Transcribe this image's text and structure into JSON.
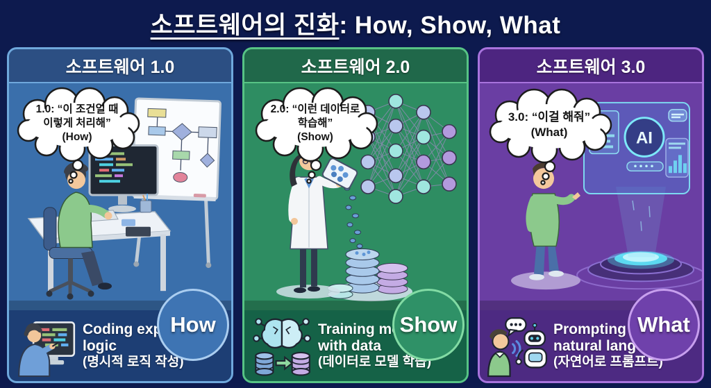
{
  "title": {
    "underlined": "소프트웨어의 진화",
    "rest": ": How, Show, What"
  },
  "panels": [
    {
      "header": "소프트웨어 1.0",
      "bubble": "1.0: “이 조건일 때\n이렇게 처리해”\n(How)",
      "badge": "How",
      "caption_en": "Coding explicit\nlogic",
      "caption_kr": "(명시적 로직 작성)",
      "footer_icon": "person-coding-icon",
      "illustration": "developer-at-desk-with-code-monitor-and-flowchart-whiteboard"
    },
    {
      "header": "소프트웨어 2.0",
      "bubble": "2.0: “이런 데이터로\n학습해”\n(Show)",
      "badge": "Show",
      "caption_en": "Training models\nwith data",
      "caption_kr": "(데이터로 모델 학습)",
      "footer_icon": "brain-data-icon",
      "illustration": "scientist-pouring-data-into-stacks-beside-neural-network"
    },
    {
      "header": "소프트웨어 3.0",
      "bubble": "3.0: “이걸 해줘”\n(What)",
      "badge": "What",
      "caption_en": "Prompting with\nnatural language",
      "caption_kr": "(자연어로 프롬프트)",
      "footer_icon": "human-robot-chat-icon",
      "illustration": "person-talking-to-holographic-ai-interface",
      "ai_label": "AI"
    }
  ],
  "colors": {
    "background": "#0d1a4e",
    "panel1": {
      "border": "#6fa8dc",
      "header": "#2c4f83",
      "body": "#3a6fab",
      "footer": "#1d3e74",
      "ring": "#aacdf0"
    },
    "panel2": {
      "border": "#57c385",
      "header": "#20684a",
      "body": "#2e8d62",
      "footer": "#156247",
      "ring": "#82dba4"
    },
    "panel3": {
      "border": "#a873dd",
      "header": "#4d2580",
      "body": "#6a3ea3",
      "footer": "#4d2a82",
      "ring": "#c79fee"
    }
  }
}
